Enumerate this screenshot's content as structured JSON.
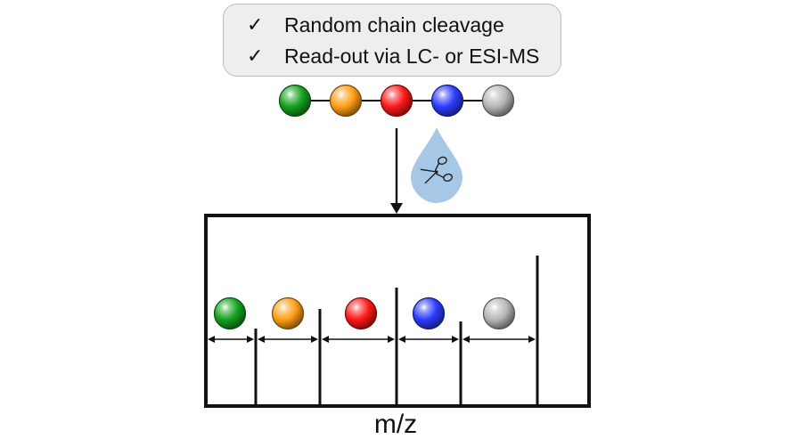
{
  "notes": [
    {
      "check": "✓",
      "text": "Random chain cleavage"
    },
    {
      "check": "✓",
      "text": "Read-out via LC- or ESI-MS"
    }
  ],
  "chain": {
    "beads": [
      "green",
      "orange",
      "red",
      "blue",
      "gray"
    ]
  },
  "fragment_beads": [
    "green",
    "orange",
    "red",
    "blue",
    "gray"
  ],
  "xlabel": "m/z",
  "icons": [
    "droplet-icon",
    "scissors-icon"
  ],
  "colors": {
    "green": "#14a21f",
    "orange": "#ff9e18",
    "red": "#ff1818",
    "blue": "#2d3cff",
    "gray": "#b7b7b7",
    "droplet": "#a7c7e7",
    "box_background": "#eeeeee",
    "box_border": "#bdbdbd",
    "line": "#111111"
  }
}
